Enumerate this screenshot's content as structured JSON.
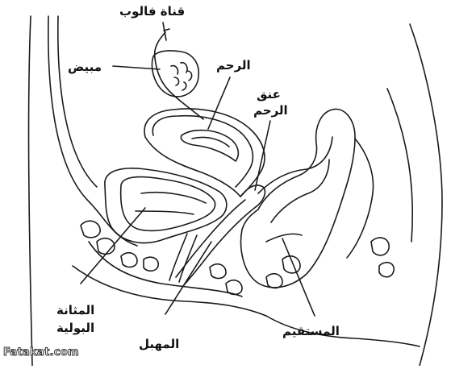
{
  "labels": {
    "fallopian_tube": "قناة فالوب",
    "ovary": "مبيض",
    "uterus": "الرحم",
    "cervix_line1": "عنق",
    "cervix_line2": "الرحم",
    "bladder_line1": "المثانة",
    "bladder_line2": "البولية",
    "vagina": "المهبل",
    "rectum": "المستقيم"
  },
  "watermark": "Fatakat.com",
  "colors": {
    "ink": "#1a1a1a",
    "background": "#ffffff"
  }
}
